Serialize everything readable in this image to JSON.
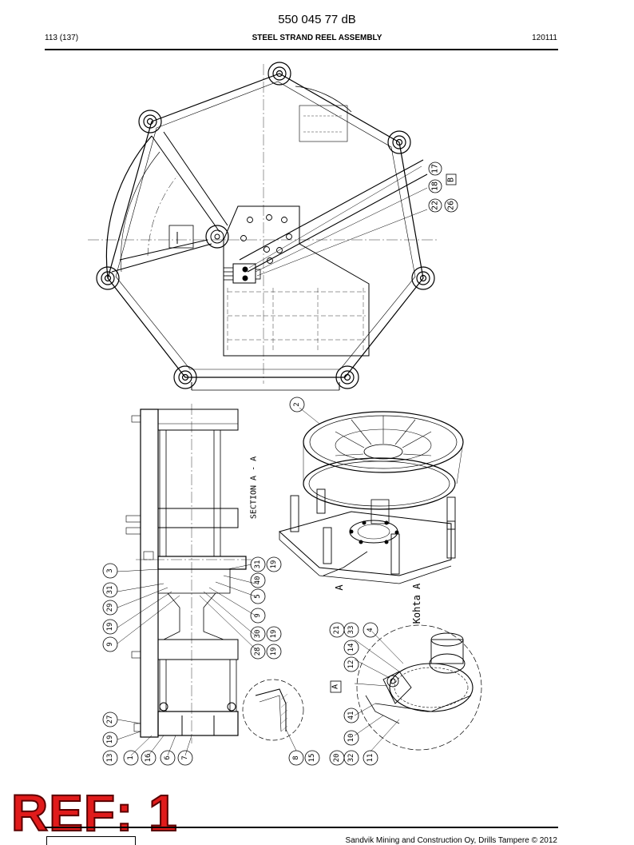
{
  "header": {
    "doc_number": "550 045 77 dB",
    "page_ref": "113 (137)",
    "title": "STEEL STRAND REEL ASSEMBLY",
    "date_code": "120111"
  },
  "drawing": {
    "top_view_callouts": [
      "17",
      "18",
      "22",
      "26"
    ],
    "top_view_detail_mark": "B",
    "section_title": "SECTION A - A",
    "kohta_label": "Kohta A",
    "detail_mark_a": "A",
    "section_arrow": "A",
    "balloons_left": [
      "3",
      "31",
      "29",
      "19",
      "9",
      "27",
      "19",
      "13"
    ],
    "balloons_mid": [
      "31",
      "19",
      "40",
      "5",
      "9",
      "30",
      "19",
      "28",
      "19"
    ],
    "balloons_bottom": [
      "1",
      "16",
      "6",
      "7"
    ],
    "balloons_detail": [
      "8",
      "15"
    ],
    "balloons_iso": [
      "2"
    ],
    "balloons_kohta": [
      "21",
      "33",
      "4",
      "14",
      "12",
      "41",
      "10",
      "20",
      "32",
      "11"
    ]
  },
  "stamp": {
    "text": "REF: 1"
  },
  "footer": {
    "text": "Sandvik Mining and Construction Oy, Drills Tampere © 2012"
  }
}
